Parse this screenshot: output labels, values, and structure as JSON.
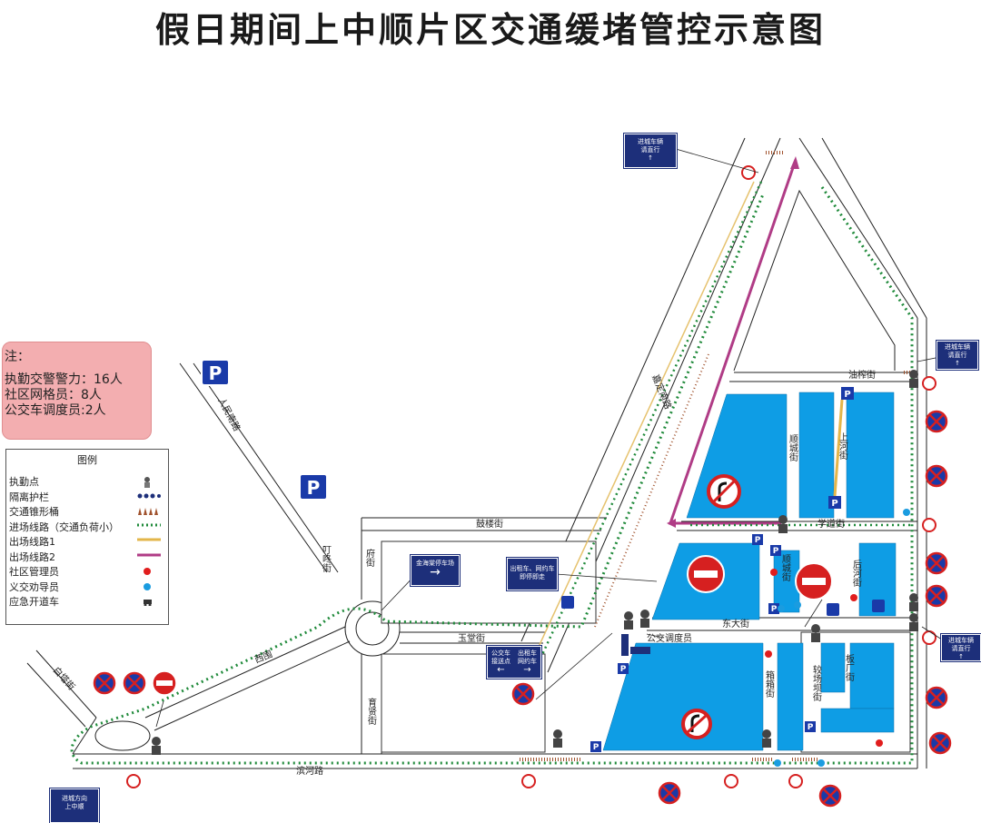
{
  "title": "假日期间上中顺片区交通缓堵管控示意图",
  "notes": {
    "heading": "注：",
    "lines": [
      "执勤交警警力：16人",
      "社区网格员：8人",
      "公交车调度员:2人"
    ]
  },
  "legend": {
    "title": "图例",
    "items": [
      {
        "label": "执勤点",
        "symbol": "police-icon"
      },
      {
        "label": "隔离护栏",
        "symbol": "barrier-dots-icon"
      },
      {
        "label": "交通锥形桶",
        "symbol": "traffic-cone-icon"
      },
      {
        "label": "进场线路（交通负荷小）",
        "symbol": "green-dotted-line-icon"
      },
      {
        "label": "出场线路1",
        "symbol": "yellow-line-icon"
      },
      {
        "label": "出场线路2",
        "symbol": "purple-line-icon"
      },
      {
        "label": "社区管理员",
        "symbol": "red-dot-icon"
      },
      {
        "label": "义交劝导员",
        "symbol": "blue-dot-icon"
      },
      {
        "label": "应急开道车",
        "symbol": "emergency-car-icon"
      }
    ]
  },
  "streets": {
    "jiading_south": "嘉定南路",
    "renmin_south": "人民南路",
    "youji": "油榨街",
    "shuncheng_upper": "顺城街",
    "shanghe": "上河街",
    "xuedao": "学道街",
    "gulou": "鼓楼街",
    "dingdong": "叮咚街",
    "fu": "府街",
    "shuncheng_lower": "顺城街",
    "houhe": "后河街",
    "dongda": "东大街",
    "yutang": "玉堂街",
    "xiangxiang": "箱箱街",
    "jiaochangba": "较场坝街",
    "banchang": "板厂街",
    "baita": "白塔街",
    "yuxian": "育贤街",
    "binhe": "滨河路",
    "xiwei": "西围"
  },
  "signs": {
    "top": [
      "进城车辆",
      "请直行"
    ],
    "right_upper": [
      "进城车辆",
      "请直行"
    ],
    "right_lower": [
      "进城车辆",
      "请直行"
    ],
    "bottom_left": [
      "进城方向",
      "上中顺"
    ],
    "jinhai": "金海棠停车场",
    "taxi": [
      "出租车、网约车",
      "即停即走"
    ],
    "bus_stop": [
      "公交车",
      "接送点"
    ],
    "taxi_stop": [
      "出租车",
      "网约车"
    ]
  },
  "bus_dispatcher_label": "公交调度员",
  "colors": {
    "block_blue": "#0e9de5",
    "entry_route": "#1f8a3a",
    "exit_route_1": "#e3b64a",
    "exit_route_2": "#b03c86",
    "sign_blue": "#1d2f7a",
    "note_pink": "#f3aeb0",
    "no_entry_red": "#d62020",
    "no_parking_blue": "#1a3aa8"
  }
}
